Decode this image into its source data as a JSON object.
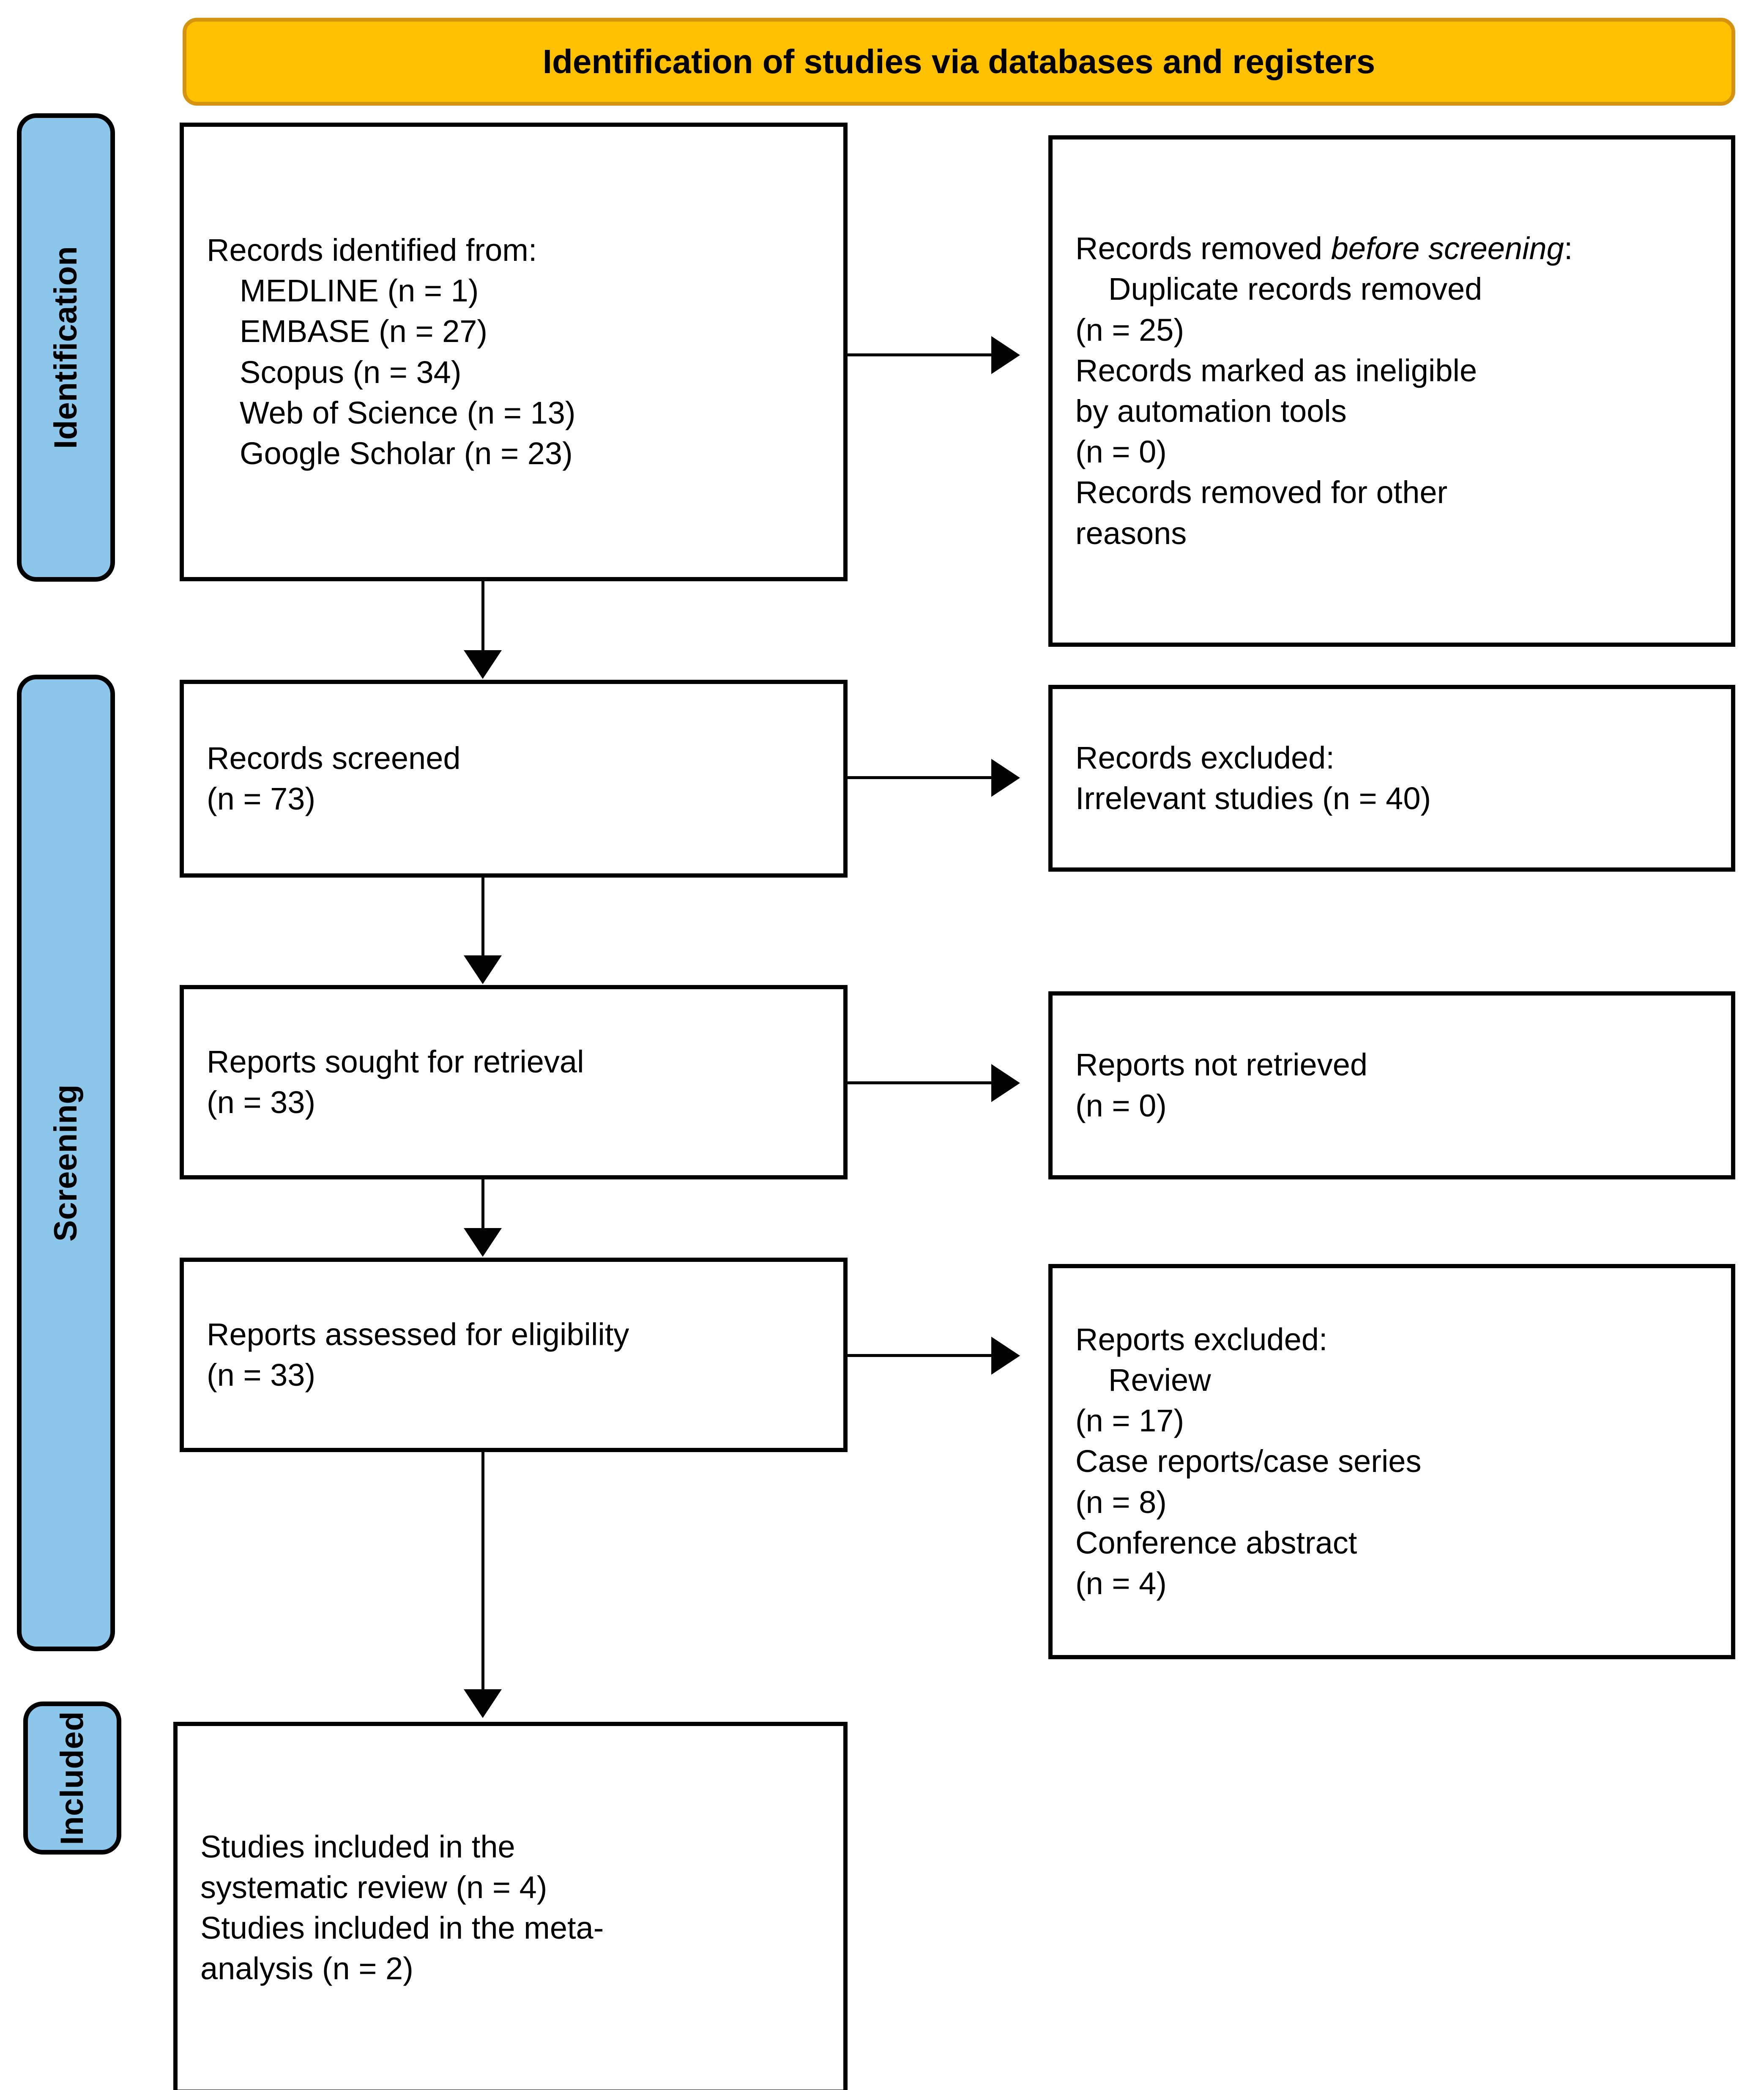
{
  "banner": {
    "title": "Identification of studies via databases and registers",
    "fill_color": "#FFC000",
    "border_color": "#D49411"
  },
  "phases": {
    "fill_color": "#8CC6EA",
    "border_color": "#000000",
    "identification": "Identification",
    "screening": "Screening",
    "included": "Included"
  },
  "boxes": {
    "records_identified": {
      "lines": [
        "Records identified from:",
        "MEDLINE (n = 1)",
        "EMBASE (n = 27)",
        "Scopus (n = 34)",
        "Web of Science (n = 13)",
        "Google Scholar (n = 23)"
      ]
    },
    "records_removed": {
      "heading_prefix": "Records removed ",
      "heading_italic": "before screening",
      "heading_suffix": ":",
      "lines": [
        "Duplicate records removed",
        "(n = 25)",
        "Records marked as ineligible",
        "by automation tools",
        "(n = 0)",
        "Records removed for other",
        "reasons"
      ]
    },
    "records_screened": {
      "lines": [
        "Records screened",
        "(n = 73)"
      ]
    },
    "records_excluded": {
      "lines": [
        "Records excluded:",
        "Irrelevant studies (n = 40)"
      ]
    },
    "reports_sought": {
      "lines": [
        "Reports sought for retrieval",
        "(n = 33)"
      ]
    },
    "reports_not_retrieved": {
      "lines": [
        "Reports not retrieved",
        "(n = 0)"
      ]
    },
    "reports_assessed": {
      "lines": [
        "Reports assessed for eligibility",
        "(n = 33)"
      ]
    },
    "reports_excluded": {
      "heading": "Reports excluded:",
      "lines": [
        "Review",
        "(n = 17)",
        "Case reports/case series",
        "(n = 8)",
        "Conference abstract",
        "(n = 4)"
      ]
    },
    "studies_included": {
      "lines": [
        "Studies included in the",
        "systematic review (n = 4)",
        "Studies included in the meta-",
        "analysis (n = 2)"
      ]
    }
  }
}
